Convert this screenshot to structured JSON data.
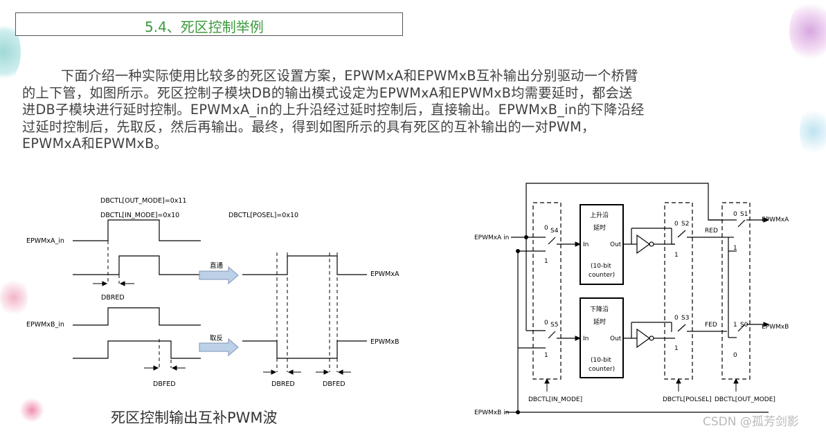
{
  "section_title": "5.4、死区控制举例",
  "paragraph": {
    "lines": [
      "下面介绍一种实际使用比较多的死区设置方案，EPWMxA和EPWMxB互补输出分别驱动一个桥臂",
      "的上下管，如图所示。死区控制子模块DB的输出模式设定为EPWMxA和EPWMxB均需要延时，都会送",
      "进DB子模块进行延时控制。EPWMxA_in的上升沿经过延时控制后，直接输出。EPWMxB_in的下降沿经",
      "过延时控制后，先取反，然后再输出。最终，得到如图所示的具有死区的互补输出的一对PWM，",
      "EPWMxA和EPWMxB。"
    ]
  },
  "timing_diagram": {
    "out_mode": "DBCTL[OUT_MODE]=0x11",
    "in_mode": "DBCTL[IN_MODE]=0x10",
    "polsel": "DBCTL[POSEL]=0x10",
    "in_a": "EPWMxA_in",
    "in_b": "EPWMxB_in",
    "out_a": "EPWMxA",
    "out_b": "EPWMxB",
    "arrow_direct": "直通",
    "arrow_invert": "取反",
    "dbred_1": "DBRED",
    "dbfed_1": "DBFED",
    "dbred_2": "DBRED",
    "dbfed_2": "DBFED"
  },
  "caption": "死区控制输出互补PWM波",
  "block_diagram": {
    "in_a": "EPWMxA in",
    "in_b": "EPWMxB in",
    "upper_block": [
      "上升沿",
      "延时",
      "In",
      "Out",
      "(10-bit",
      "counter)"
    ],
    "lower_block": [
      "下降沿",
      "延时",
      "In",
      "Out",
      "(10-bit",
      "counter)"
    ],
    "s4": "S4",
    "s5": "S5",
    "s2": "S2",
    "s3": "S3",
    "s1": "S1",
    "s0": "S0",
    "red": "RED",
    "fed": "FED",
    "out_a": "EPWMxA",
    "out_b": "EPWMxB",
    "in_mode": "DBCTL[IN_MODE]",
    "polsel": "DBCTL[POLSEL]",
    "out_mode": "DBCTL[OUT_MODE]",
    "zero": "0",
    "one": "1"
  },
  "watermark": "CSDN @孤芳剑影",
  "colors": {
    "title": "#3c9a3c",
    "accent_arrow": "#bcd0e8"
  }
}
